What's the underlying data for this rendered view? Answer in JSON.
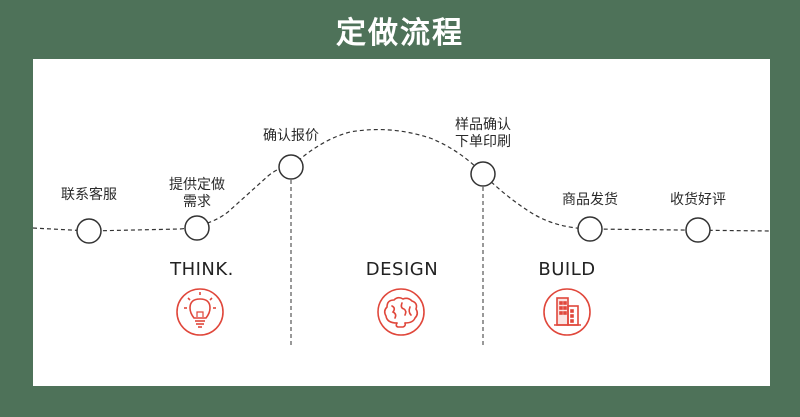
{
  "title": "定做流程",
  "steps": [
    {
      "line1": "联系客服",
      "line2": ""
    },
    {
      "line1": "提供定做",
      "line2": "需求"
    },
    {
      "line1": "确认报价",
      "line2": ""
    },
    {
      "line1": "样品确认",
      "line2": "下单印刷"
    },
    {
      "line1": "商品发货",
      "line2": ""
    },
    {
      "line1": "收货好评",
      "line2": ""
    }
  ],
  "phases": [
    {
      "label": "THINK.",
      "icon": "lightbulb-icon"
    },
    {
      "label": "DESIGN",
      "icon": "brain-icon"
    },
    {
      "label": "BUILD",
      "icon": "building-icon"
    }
  ],
  "colors": {
    "background": "#4e7259",
    "panel": "#ffffff",
    "accent": "#e0473b",
    "line": "#333333"
  }
}
